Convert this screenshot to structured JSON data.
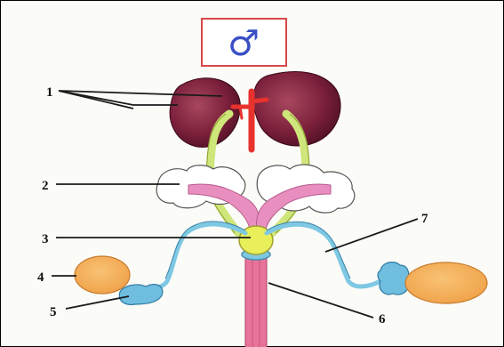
{
  "symbol": "♂",
  "labels": [
    {
      "id": "kidney",
      "text": "1"
    },
    {
      "id": "testis-duct",
      "text": "2"
    },
    {
      "id": "bladder",
      "text": "3"
    },
    {
      "id": "testis",
      "text": "4"
    },
    {
      "id": "epididymis",
      "text": "5"
    },
    {
      "id": "urethra",
      "text": "6"
    },
    {
      "id": "vas-deferens",
      "text": "7"
    }
  ],
  "colors": {
    "kidney": "#7a1f3a",
    "vessel": "#e8322e",
    "ureter": "#d9ee8a",
    "fat_body": "#ffffff",
    "pink_duct": "#e88fc0",
    "bladder": "#e8ef5a",
    "tube": "#7ec8e3",
    "testis": "#f5b15a",
    "symbol_box": "#d8474a",
    "symbol": "#3a4fc4"
  }
}
